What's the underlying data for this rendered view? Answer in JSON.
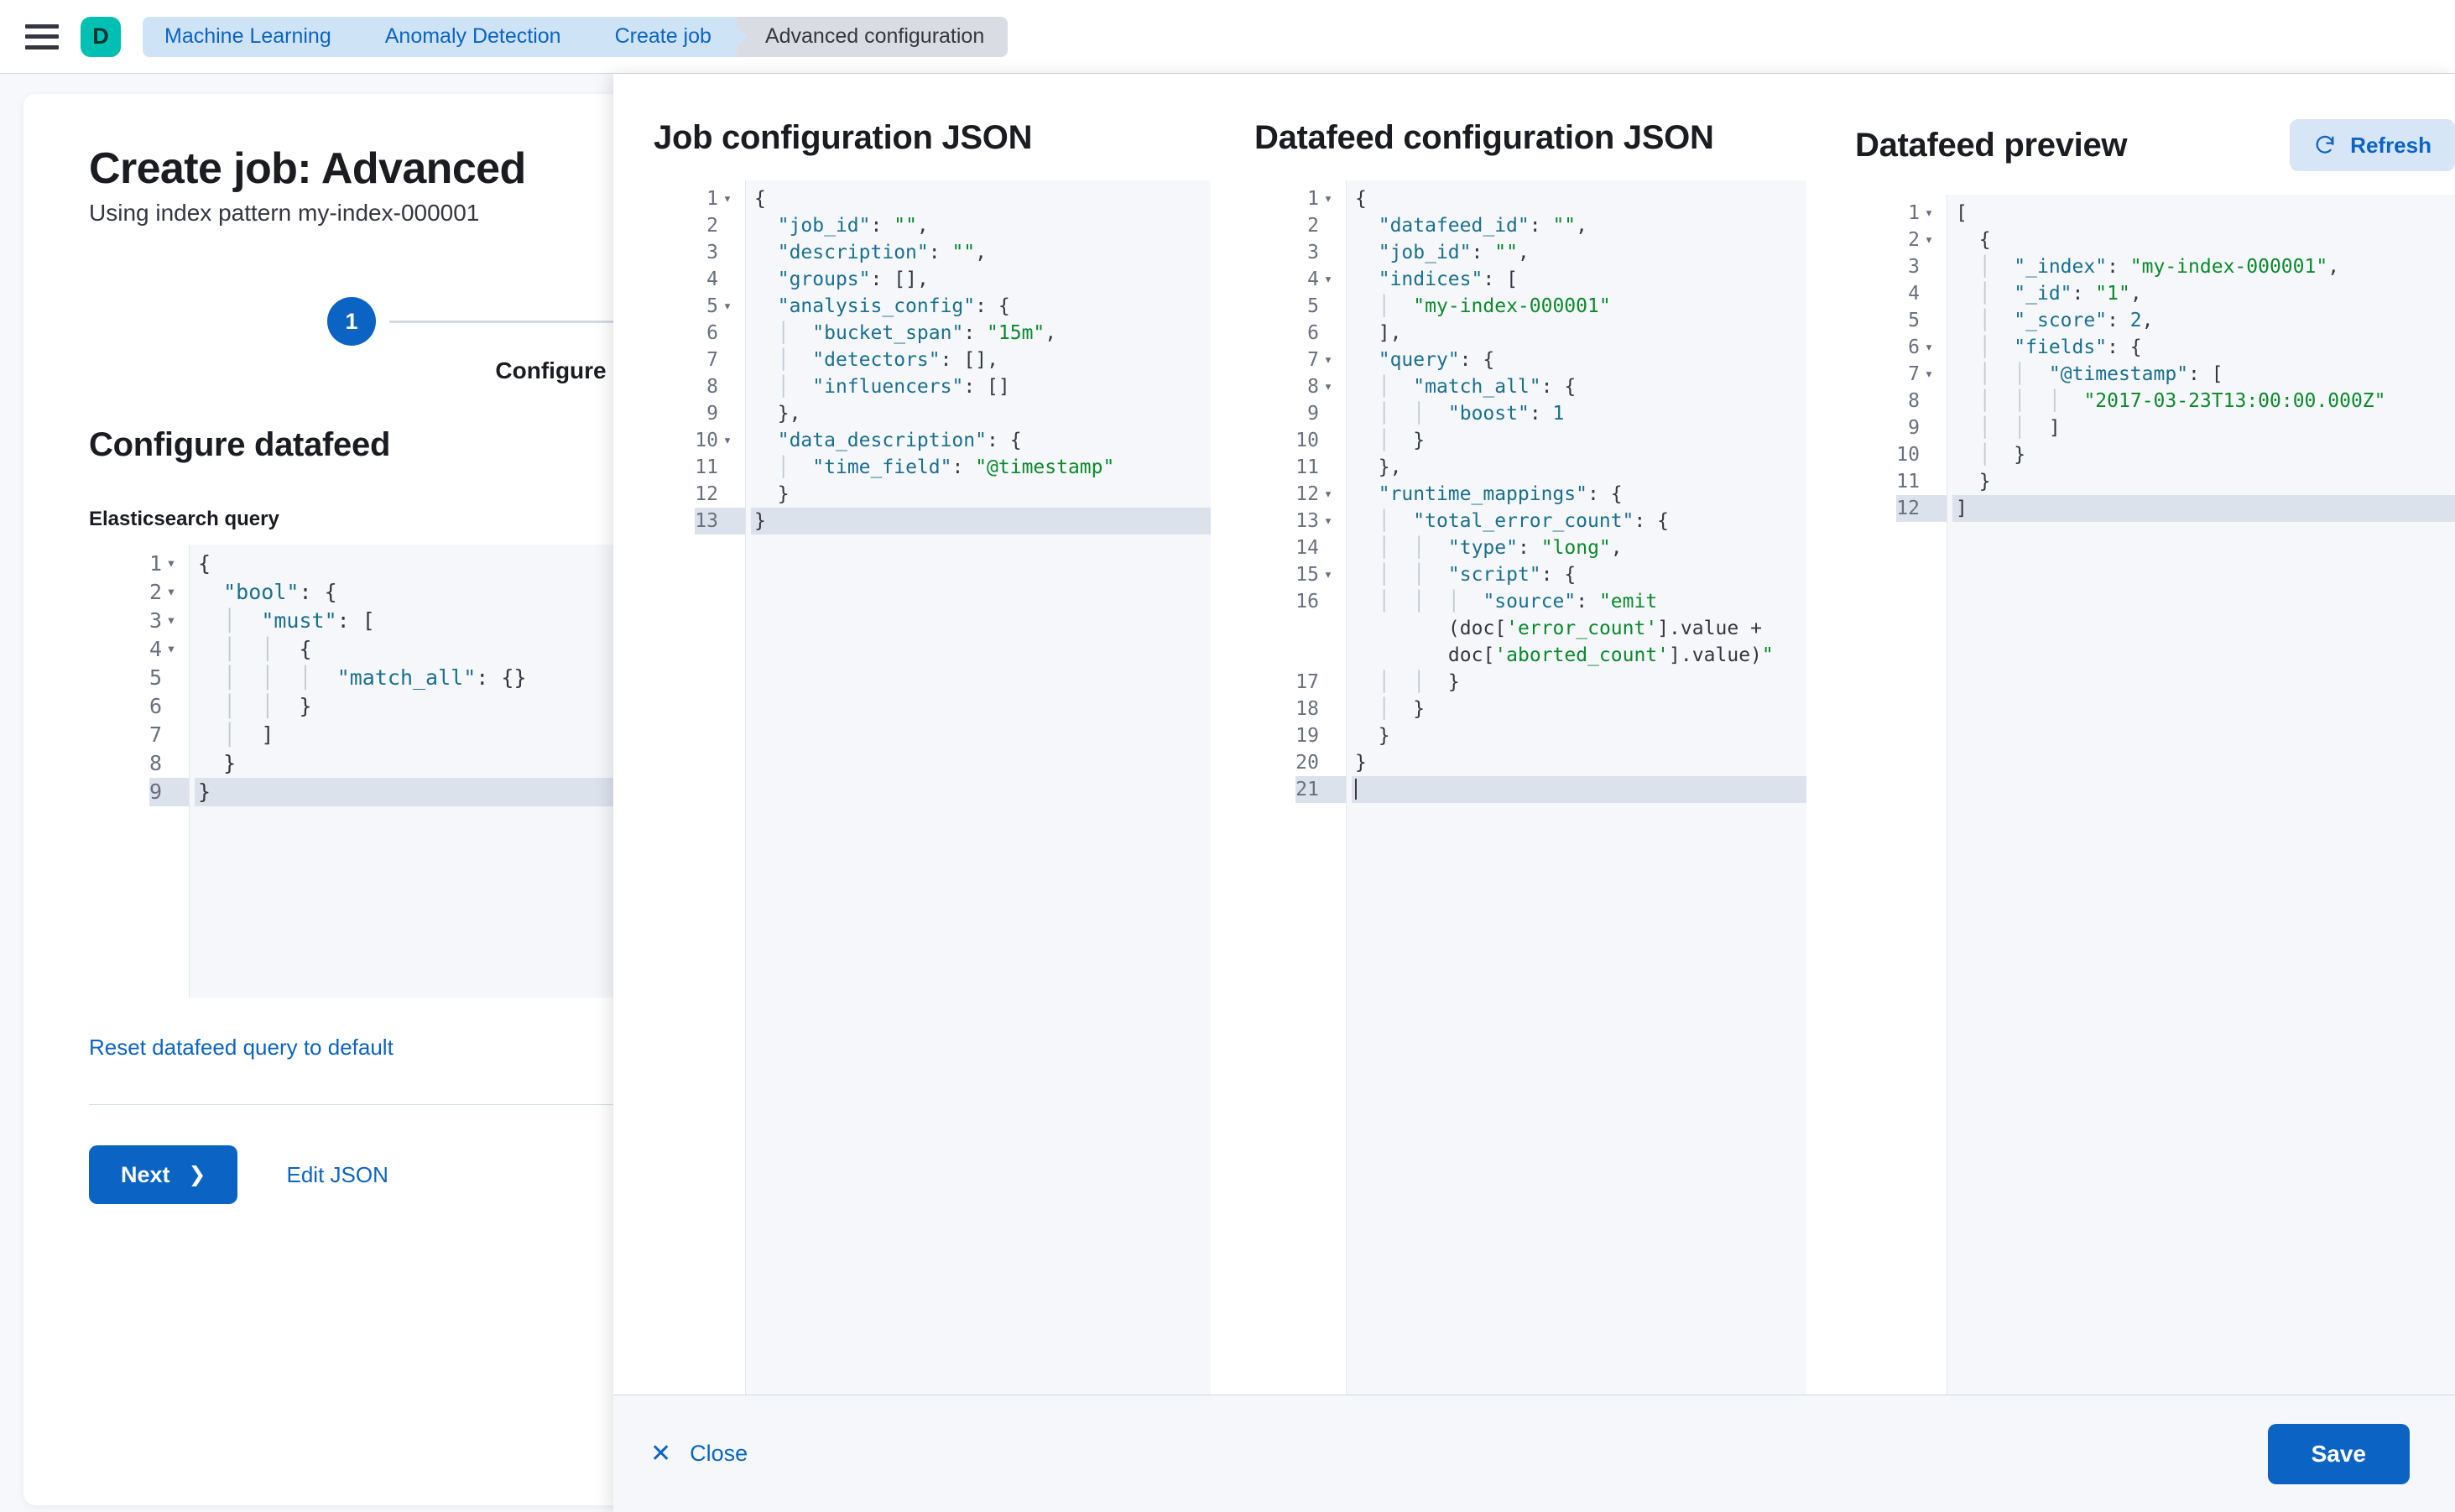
{
  "topbar": {
    "menu_icon": "hamburger-icon",
    "logo_letter": "D",
    "breadcrumbs": [
      {
        "label": "Machine Learning",
        "current": false
      },
      {
        "label": "Anomaly Detection",
        "current": false
      },
      {
        "label": "Create job",
        "current": false
      },
      {
        "label": "Advanced configuration",
        "current": true
      }
    ]
  },
  "form": {
    "title": "Create job: Advanced",
    "subtitle": "Using index pattern my-index-000001",
    "step_number": "1",
    "step_label": "Configure datafeed",
    "section_title": "Configure datafeed",
    "query_field_label": "Elasticsearch query",
    "reset_link": "Reset datafeed query to default",
    "next_label": "Next",
    "next_chevron": "chevron-right-icon",
    "edit_json_label": "Edit JSON",
    "query_code": [
      {
        "n": "1",
        "fold": true,
        "active": false,
        "text": "{"
      },
      {
        "n": "2",
        "fold": true,
        "active": false,
        "text": "  \"bool\": {"
      },
      {
        "n": "3",
        "fold": true,
        "active": false,
        "text": "  |  \"must\": ["
      },
      {
        "n": "4",
        "fold": true,
        "active": false,
        "text": "  |  |  {"
      },
      {
        "n": "5",
        "fold": false,
        "active": false,
        "text": "  |  |  |  \"match_all\": {}"
      },
      {
        "n": "6",
        "fold": false,
        "active": false,
        "text": "  |  |  }"
      },
      {
        "n": "7",
        "fold": false,
        "active": false,
        "text": "  |  ]"
      },
      {
        "n": "8",
        "fold": false,
        "active": false,
        "text": "  }"
      },
      {
        "n": "9",
        "fold": false,
        "active": true,
        "text": "}"
      }
    ]
  },
  "flyout": {
    "panels": {
      "job": {
        "title": "Job configuration JSON",
        "code": [
          {
            "n": "1",
            "fold": true,
            "active": false,
            "text": "{"
          },
          {
            "n": "2",
            "fold": false,
            "active": false,
            "text": "  \"job_id\": \"\","
          },
          {
            "n": "3",
            "fold": false,
            "active": false,
            "text": "  \"description\": \"\","
          },
          {
            "n": "4",
            "fold": false,
            "active": false,
            "text": "  \"groups\": [],"
          },
          {
            "n": "5",
            "fold": true,
            "active": false,
            "text": "  \"analysis_config\": {"
          },
          {
            "n": "6",
            "fold": false,
            "active": false,
            "text": "  |  \"bucket_span\": \"15m\","
          },
          {
            "n": "7",
            "fold": false,
            "active": false,
            "text": "  |  \"detectors\": [],"
          },
          {
            "n": "8",
            "fold": false,
            "active": false,
            "text": "  |  \"influencers\": []"
          },
          {
            "n": "9",
            "fold": false,
            "active": false,
            "text": "  },"
          },
          {
            "n": "10",
            "fold": true,
            "active": false,
            "text": "  \"data_description\": {"
          },
          {
            "n": "11",
            "fold": false,
            "active": false,
            "text": "  |  \"time_field\": \"@timestamp\""
          },
          {
            "n": "12",
            "fold": false,
            "active": false,
            "text": "  }"
          },
          {
            "n": "13",
            "fold": false,
            "active": true,
            "text": "}"
          }
        ]
      },
      "datafeed": {
        "title": "Datafeed configuration JSON",
        "code": [
          {
            "n": "1",
            "fold": true,
            "active": false,
            "text": "{"
          },
          {
            "n": "2",
            "fold": false,
            "active": false,
            "text": "  \"datafeed_id\": \"\","
          },
          {
            "n": "3",
            "fold": false,
            "active": false,
            "text": "  \"job_id\": \"\","
          },
          {
            "n": "4",
            "fold": true,
            "active": false,
            "text": "  \"indices\": ["
          },
          {
            "n": "5",
            "fold": false,
            "active": false,
            "text": "  |  \"my-index-000001\""
          },
          {
            "n": "6",
            "fold": false,
            "active": false,
            "text": "  ],"
          },
          {
            "n": "7",
            "fold": true,
            "active": false,
            "text": "  \"query\": {"
          },
          {
            "n": "8",
            "fold": true,
            "active": false,
            "text": "  |  \"match_all\": {"
          },
          {
            "n": "9",
            "fold": false,
            "active": false,
            "text": "  |  |  \"boost\": 1"
          },
          {
            "n": "10",
            "fold": false,
            "active": false,
            "text": "  |  }"
          },
          {
            "n": "11",
            "fold": false,
            "active": false,
            "text": "  },"
          },
          {
            "n": "12",
            "fold": true,
            "active": false,
            "text": "  \"runtime_mappings\": {"
          },
          {
            "n": "13",
            "fold": true,
            "active": false,
            "text": "  |  \"total_error_count\": {"
          },
          {
            "n": "14",
            "fold": false,
            "active": false,
            "text": "  |  |  \"type\": \"long\","
          },
          {
            "n": "15",
            "fold": true,
            "active": false,
            "text": "  |  |  \"script\": {"
          },
          {
            "n": "16",
            "fold": false,
            "active": false,
            "wrap": true,
            "text": "  |  |  |  \"source\": \"emit\n        (doc['error_count'].value +\n        doc['aborted_count'].value)\""
          },
          {
            "n": "17",
            "fold": false,
            "active": false,
            "text": "  |  |  }"
          },
          {
            "n": "18",
            "fold": false,
            "active": false,
            "text": "  |  }"
          },
          {
            "n": "19",
            "fold": false,
            "active": false,
            "text": "  }"
          },
          {
            "n": "20",
            "fold": false,
            "active": false,
            "text": "}"
          },
          {
            "n": "21",
            "fold": false,
            "active": true,
            "caret": true,
            "text": ""
          }
        ]
      },
      "preview": {
        "title": "Datafeed preview",
        "refresh_label": "Refresh",
        "refresh_icon": "refresh-icon",
        "code": [
          {
            "n": "1",
            "fold": true,
            "active": false,
            "text": "["
          },
          {
            "n": "2",
            "fold": true,
            "active": false,
            "text": "  {"
          },
          {
            "n": "3",
            "fold": false,
            "active": false,
            "text": "  |  \"_index\": \"my-index-000001\","
          },
          {
            "n": "4",
            "fold": false,
            "active": false,
            "text": "  |  \"_id\": \"1\","
          },
          {
            "n": "5",
            "fold": false,
            "active": false,
            "text": "  |  \"_score\": 2,"
          },
          {
            "n": "6",
            "fold": true,
            "active": false,
            "text": "  |  \"fields\": {"
          },
          {
            "n": "7",
            "fold": true,
            "active": false,
            "text": "  |  |  \"@timestamp\": ["
          },
          {
            "n": "8",
            "fold": false,
            "active": false,
            "text": "  |  |  |  \"2017-03-23T13:00:00.000Z\""
          },
          {
            "n": "9",
            "fold": false,
            "active": false,
            "text": "  |  |  ]"
          },
          {
            "n": "10",
            "fold": false,
            "active": false,
            "text": "  |  }"
          },
          {
            "n": "11",
            "fold": false,
            "active": false,
            "text": "  }"
          },
          {
            "n": "12",
            "fold": false,
            "active": true,
            "text": "]"
          }
        ]
      }
    },
    "footer": {
      "close_label": "Close",
      "close_icon": "close-x-icon",
      "save_label": "Save"
    }
  },
  "colors": {
    "accent_blue": "#0b64c4",
    "brand_teal": "#00bfb3",
    "json_key": "#1a7090",
    "json_string": "#0b8a2b",
    "active_line": "#dce2ec",
    "code_bg": "#f5f7fa"
  }
}
